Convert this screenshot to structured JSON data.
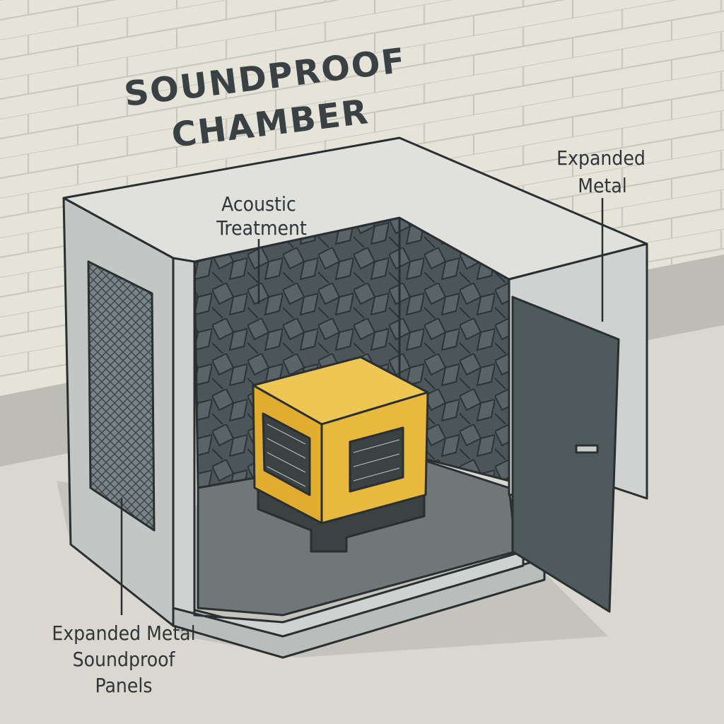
{
  "title": {
    "line1": "SOUNDPROOF",
    "line2": "CHAMBER"
  },
  "labels": {
    "acoustic": [
      "Acoustic",
      "Treatment"
    ],
    "expanded_metal": [
      "Expanded",
      "Metal"
    ],
    "panels": [
      "Expanded Metal",
      "Soundproof",
      "Panels"
    ]
  },
  "colors": {
    "wall": "#e4e1d7",
    "chamber": "#c9cccb",
    "foam": "#4c5659",
    "generator": "#e3b43a",
    "door": "#4e5a5c",
    "outline": "#2a2f31"
  }
}
